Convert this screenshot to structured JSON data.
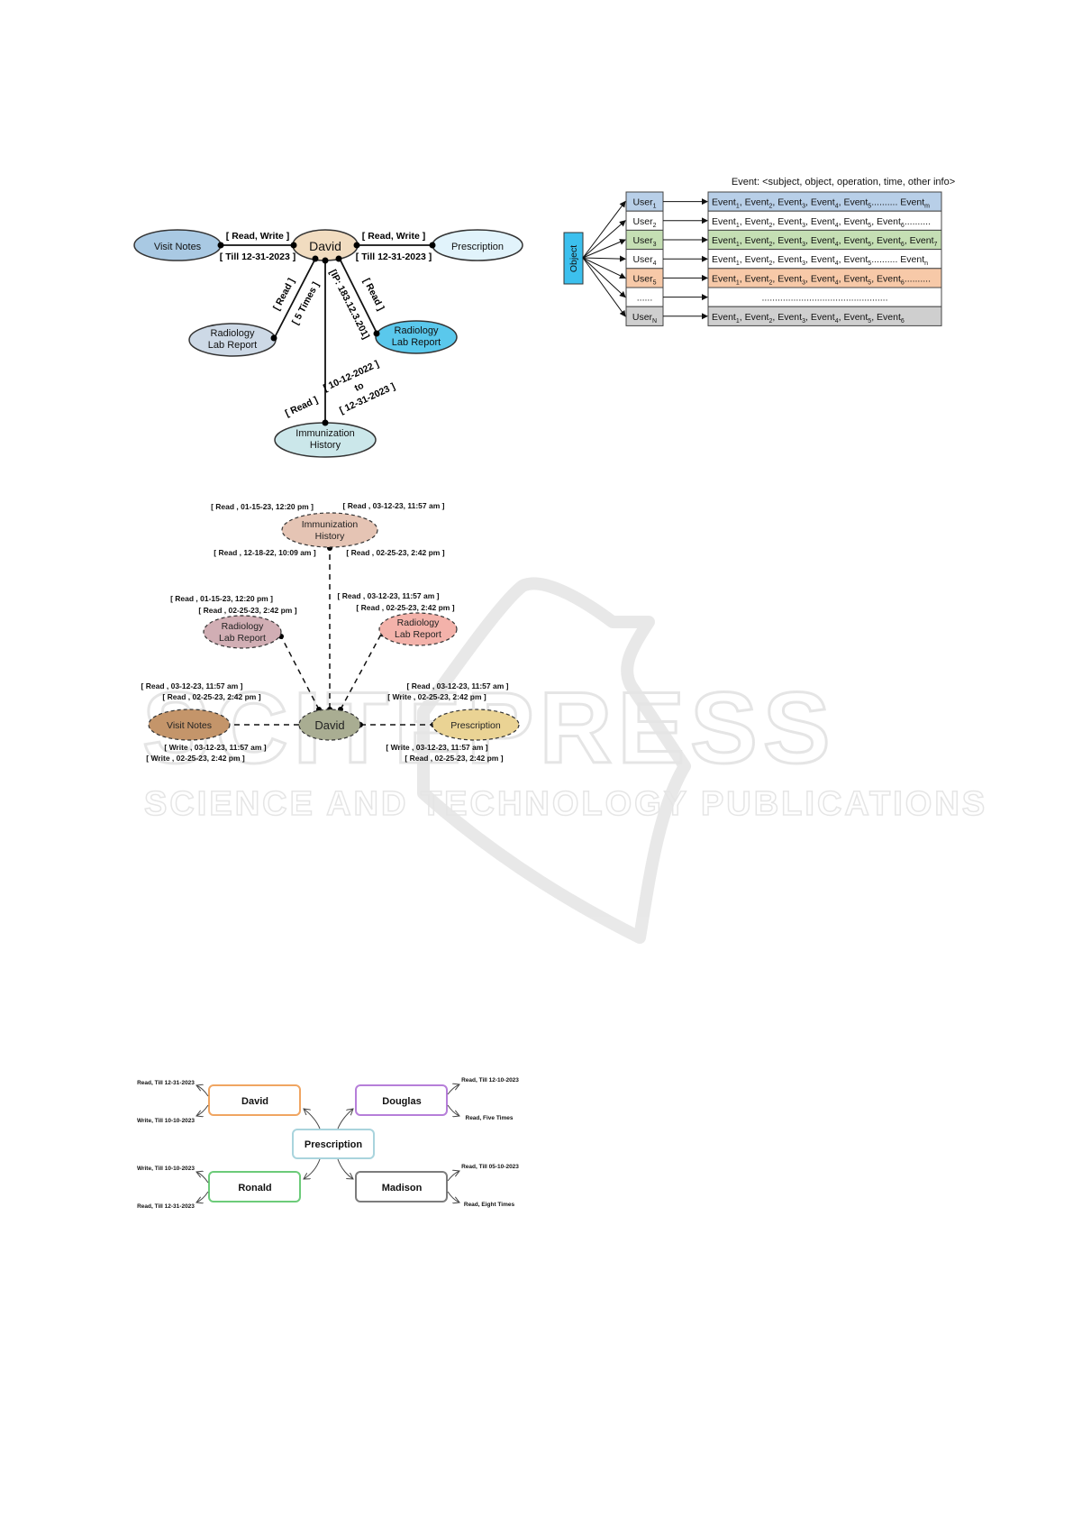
{
  "watermark": {
    "brand": "SCITEPRESS",
    "tagline": "SCIENCE AND TECHNOLOGY PUBLICATIONS"
  },
  "fig1": {
    "center": "David",
    "nodes": {
      "visit_notes": "Visit Notes",
      "prescription": "Prescription",
      "radiology_left": [
        "Radiology",
        "Lab Report"
      ],
      "radiology_right": [
        "Radiology",
        "Lab Report"
      ],
      "immunization": [
        "Immunization",
        "History"
      ]
    },
    "labels": {
      "left_top": "[ Read, Write ]",
      "left_bottom": "[ Till 12-31-2023 ]",
      "right_top": "[ Read, Write ]",
      "right_bottom": "[ Till 12-31-2023 ]",
      "rad_left_op": "[ Read ]",
      "rad_left_cond": "[ 5 Times ]",
      "rad_right_op": "[ Read ]",
      "rad_right_cond": "[IP: 183.12.3.201]",
      "imm_op": "[ Read ]",
      "imm_from": "[ 10-12-2022 ]",
      "imm_to": "to",
      "imm_till": "[ 12-31-2023 ]"
    }
  },
  "fig2": {
    "event_header": "Event: <subject, object, operation, time, other info>",
    "object_label": "Object",
    "rows": [
      {
        "user": "User",
        "sub": "1",
        "color": "#b8cfe8",
        "events": [
          [
            "Event",
            "1",
            ", "
          ],
          [
            "Event",
            "2",
            ", "
          ],
          [
            "Event",
            "3",
            ", "
          ],
          [
            "Event",
            "4",
            ", "
          ],
          [
            "Event",
            "5",
            ".......... "
          ],
          [
            "Event",
            "m",
            ""
          ]
        ]
      },
      {
        "user": "User",
        "sub": "2",
        "color": "#ffffff",
        "events": [
          [
            "Event",
            "1",
            ", "
          ],
          [
            "Event",
            "2",
            ", "
          ],
          [
            "Event",
            "3",
            ", "
          ],
          [
            "Event",
            "4",
            ", "
          ],
          [
            "Event",
            "5",
            ", "
          ],
          [
            "Event",
            "6",
            ".........."
          ]
        ]
      },
      {
        "user": "User",
        "sub": "3",
        "color": "#c5dfb4",
        "events": [
          [
            "Event",
            "1",
            ", "
          ],
          [
            "Event",
            "2",
            ", "
          ],
          [
            "Event",
            "3",
            ", "
          ],
          [
            "Event",
            "4",
            ", "
          ],
          [
            "Event",
            "5",
            ", "
          ],
          [
            "Event",
            "6",
            ", "
          ],
          [
            "Event",
            "7",
            ""
          ]
        ]
      },
      {
        "user": "User",
        "sub": "4",
        "color": "#ffffff",
        "events": [
          [
            "Event",
            "1",
            ", "
          ],
          [
            "Event",
            "2",
            ", "
          ],
          [
            "Event",
            "3",
            ", "
          ],
          [
            "Event",
            "4",
            ", "
          ],
          [
            "Event",
            "5",
            ".......... "
          ],
          [
            "Event",
            "n",
            ""
          ]
        ]
      },
      {
        "user": "User",
        "sub": "5",
        "color": "#f7c9a8",
        "events": [
          [
            "Event",
            "1",
            ", "
          ],
          [
            "Event",
            "2",
            ", "
          ],
          [
            "Event",
            "3",
            ", "
          ],
          [
            "Event",
            "4",
            ", "
          ],
          [
            "Event",
            "5",
            ", "
          ],
          [
            "Event",
            "6",
            ".........."
          ]
        ]
      },
      {
        "user": "......",
        "sub": "",
        "color": "#ffffff",
        "events": [
          [
            "................................................",
            "",
            ""
          ]
        ]
      },
      {
        "user": "User",
        "sub": "N",
        "color": "#cfcfcf",
        "events": [
          [
            "Event",
            "1",
            ", "
          ],
          [
            "Event",
            "2",
            ", "
          ],
          [
            "Event",
            "3",
            ", "
          ],
          [
            "Event",
            "4",
            ", "
          ],
          [
            "Event",
            "5",
            ", "
          ],
          [
            "Event",
            "6",
            ""
          ]
        ]
      }
    ]
  },
  "fig3": {
    "center": "David",
    "nodes": {
      "immunization": [
        "Immunization",
        "History"
      ],
      "radiology_left": [
        "Radiology",
        "Lab Report"
      ],
      "radiology_right": [
        "Radiology",
        "Lab Report"
      ],
      "visit_notes": "Visit Notes",
      "prescription": "Prescription"
    },
    "labels": {
      "imm_tl": "[ Read , 01-15-23, 12:20 pm ]",
      "imm_tr": "[ Read , 03-12-23, 11:57 am ]",
      "imm_bl": "[ Read , 12-18-22, 10:09 am ]",
      "imm_br": "[ Read , 02-25-23, 2:42 pm ]",
      "radl_1": "[ Read , 01-15-23, 12:20 pm ]",
      "radl_2": "[ Read , 02-25-23, 2:42 pm ]",
      "radr_1": "[ Read , 03-12-23, 11:57 am ]",
      "radr_2": "[ Read , 02-25-23, 2:42 pm ]",
      "vn_1": "[ Read , 03-12-23, 11:57 am ]",
      "vn_2": "[ Read , 02-25-23, 2:42 pm ]",
      "vn_3": "[ Write , 03-12-23, 11:57 am ]",
      "vn_4": "[ Write , 02-25-23, 2:42 pm ]",
      "pr_1": "[ Read , 03-12-23, 11:57 am ]",
      "pr_2": "[ Write , 02-25-23, 2:42 pm ]",
      "pr_3": "[ Write , 03-12-23, 11:57 am ]",
      "pr_4": "[ Read , 02-25-23, 2:42 pm ]"
    }
  },
  "fig4": {
    "center": "Prescription",
    "users": {
      "david": "David",
      "douglas": "Douglas",
      "ronald": "Ronald",
      "madison": "Madison"
    },
    "labels": {
      "david_top": "Read,  Till 12-31-2023",
      "david_bottom": "Write,  Till 10-10-2023",
      "douglas_top": "Read,  Till 12-10-2023",
      "douglas_bottom": "Read,  Five Times",
      "ronald_top": "Write,  Till 10-10-2023",
      "ronald_bottom": "Read,  Till 12-31-2023",
      "madison_top": "Read,  Till 05-10-2023",
      "madison_bottom": "Read,  Eight Times"
    }
  }
}
